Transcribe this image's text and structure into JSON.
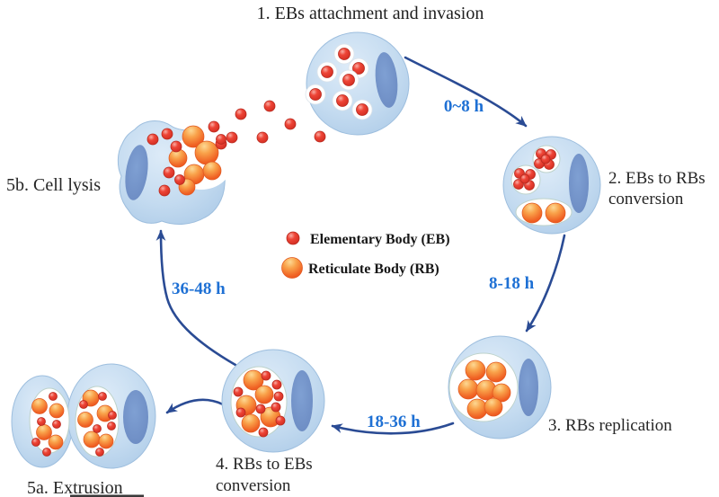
{
  "diagram": {
    "title": "1. EBs attachment and invasion",
    "stage2_line1": "2. EBs to RBs",
    "stage2_line2": "conversion",
    "stage3_label": "3. RBs replication",
    "stage4_line1": "4. RBs to EBs",
    "stage4_line2": "conversion",
    "stage5a_label": "5a. Extrusion",
    "stage5b_label": "5b. Cell lysis"
  },
  "timings": {
    "attachment_to_conversion": "0~8 h",
    "conversion_to_replication": "8-18 h",
    "replication_to_reconversion": "18-36 h",
    "reconversion_to_release": "36-48 h"
  },
  "legend": {
    "eb_label": "Elementary Body (EB)",
    "rb_label": "Reticulate Body (RB)"
  },
  "colors": {
    "eb_red": "#e6382c",
    "rb_orange_light": "#fcc26d",
    "rb_orange_dark": "#ee4b1e",
    "cell_blue": "#bdd6ec",
    "nucleus_blue": "#7296cb",
    "inclusion_white": "#ffffff",
    "arrow_navy": "#2a4b94",
    "time_blue": "#1e70d4",
    "label_dark": "#262626"
  }
}
